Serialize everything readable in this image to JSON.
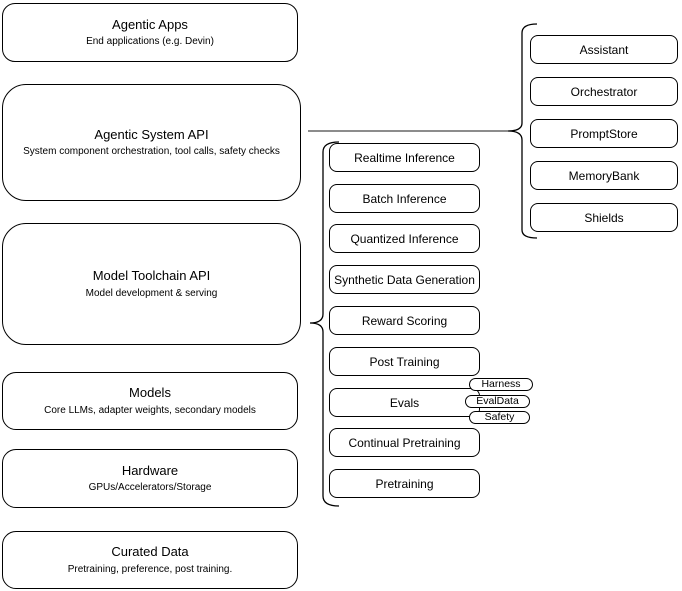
{
  "diagram": {
    "left_boxes": [
      {
        "title": "Agentic Apps",
        "subtitle": "End applications (e.g. Devin)"
      },
      {
        "title": "Agentic System API",
        "subtitle": "System component orchestration, tool calls, safety checks"
      },
      {
        "title": "Model Toolchain API",
        "subtitle": "Model development & serving"
      },
      {
        "title": "Models",
        "subtitle": "Core LLMs, adapter weights, secondary models"
      },
      {
        "title": "Hardware",
        "subtitle": "GPUs/Accelerators/Storage"
      },
      {
        "title": "Curated Data",
        "subtitle": "Pretraining, preference, post training."
      }
    ],
    "middle_boxes": [
      {
        "label": "Realtime Inference"
      },
      {
        "label": "Batch Inference"
      },
      {
        "label": "Quantized Inference"
      },
      {
        "label": "Synthetic Data Generation"
      },
      {
        "label": "Reward Scoring"
      },
      {
        "label": "Post Training"
      },
      {
        "label": "Evals"
      },
      {
        "label": "Continual Pretraining"
      },
      {
        "label": "Pretraining"
      }
    ],
    "evals_tags": [
      {
        "label": "Harness"
      },
      {
        "label": "EvalData"
      },
      {
        "label": "Safety"
      }
    ],
    "right_boxes": [
      {
        "label": "Assistant"
      },
      {
        "label": "Orchestrator"
      },
      {
        "label": "PromptStore"
      },
      {
        "label": "MemoryBank"
      },
      {
        "label": "Shields"
      }
    ],
    "colors": {
      "node_stroke": "#000000",
      "node_fill": "#ffffff",
      "connector": "#666666"
    }
  }
}
